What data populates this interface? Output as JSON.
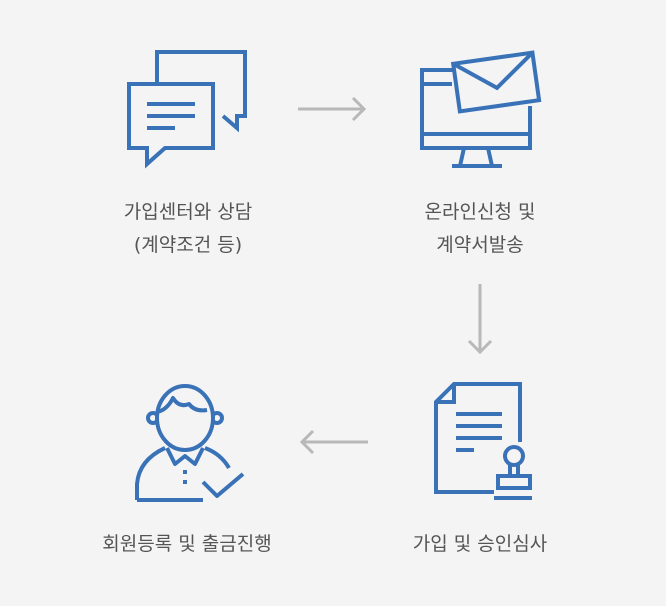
{
  "steps": [
    {
      "icon": "chat-bubbles-icon",
      "line1": "가입센터와 상담",
      "line2": "(계약조건 등)"
    },
    {
      "icon": "monitor-envelope-icon",
      "line1": "온라인신청 및",
      "line2": "계약서발송"
    },
    {
      "icon": "document-stamp-icon",
      "line1": "가입 및 승인심사"
    },
    {
      "icon": "member-check-icon",
      "line1": "회원등록 및 출금진행"
    }
  ],
  "colors": {
    "icon": "#3a72b8",
    "arrow": "#b8b8b8",
    "text": "#555555",
    "background": "#f4f4f4"
  }
}
